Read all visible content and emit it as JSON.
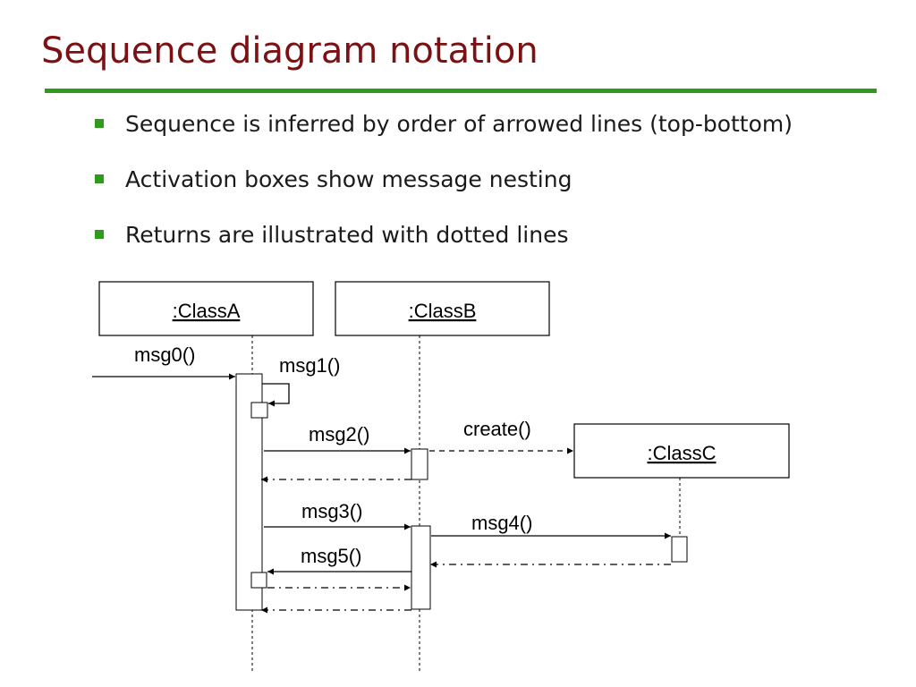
{
  "slide": {
    "title": "Sequence diagram notation",
    "colors": {
      "title": "#7b1113",
      "accent_rule": "#2f9a1e",
      "bullet_marker": "#2f9a1e"
    },
    "bullets": [
      "Sequence is inferred by order of arrowed lines (top-bottom)",
      "Activation boxes show message nesting",
      "Returns are illustrated with dotted lines"
    ]
  },
  "diagram": {
    "objects": {
      "class_a": ":ClassA",
      "class_b": ":ClassB",
      "class_c": ":ClassC"
    },
    "messages": {
      "msg0": "msg0()",
      "msg1": "msg1()",
      "msg2": "msg2()",
      "create": "create()",
      "msg3": "msg3()",
      "msg4": "msg4()",
      "msg5": "msg5()"
    }
  }
}
